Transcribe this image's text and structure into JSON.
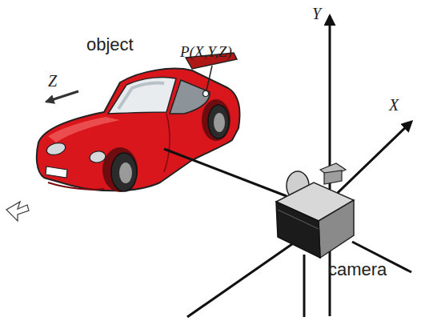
{
  "diagram": {
    "labels": [
      "object",
      "P(X,Y,Z)",
      "Z",
      "Y",
      "X",
      "camera"
    ]
  }
}
